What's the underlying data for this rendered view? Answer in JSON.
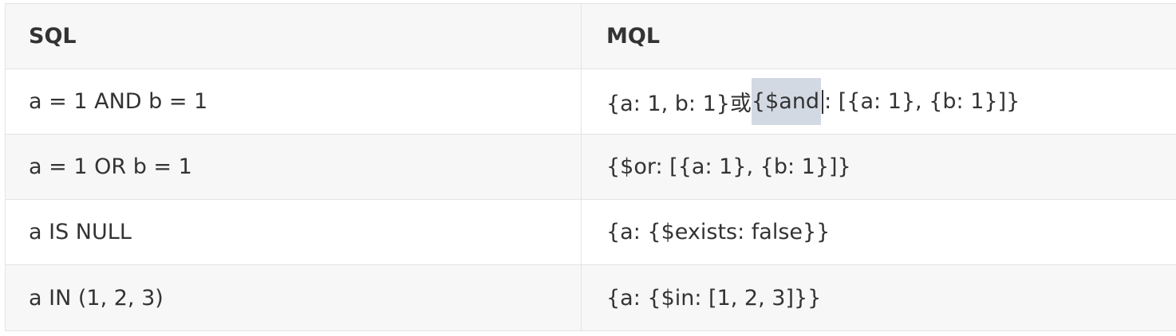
{
  "table": {
    "headers": [
      "SQL",
      "MQL"
    ],
    "rows": [
      {
        "sql": "a = 1 AND b = 1",
        "mql_pre": "{a: 1, b: 1}或",
        "mql_highlight": "{$and",
        "mql_post": ": [{a: 1}, {b: 1}]}"
      },
      {
        "sql": "a = 1 OR b = 1",
        "mql": "{$or: [{a: 1}, {b: 1}]}"
      },
      {
        "sql": "a IS NULL",
        "mql": "{a: {$exists: false}}"
      },
      {
        "sql": "a IN (1, 2, 3)",
        "mql": "{a: {$in: [1, 2, 3]}}"
      }
    ]
  }
}
